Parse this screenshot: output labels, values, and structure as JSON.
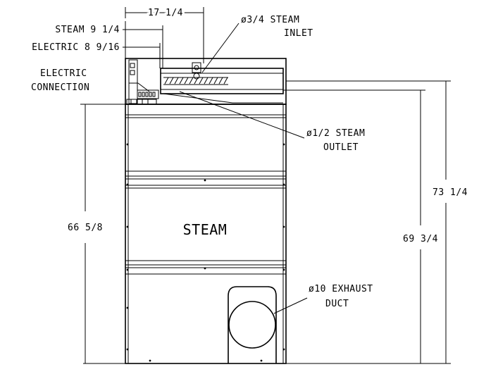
{
  "dimensions": {
    "top_offset": "17 1/4",
    "steam_offset": "STEAM 9 1/4",
    "electric_offset": "ELECTRIC 8 9/16",
    "height_to_cabinet": "66 5/8",
    "height_to_steam_outlet": "69 3/4",
    "overall_height": "73 1/4"
  },
  "callouts": {
    "steam_inlet_line1": "ø3/4 STEAM",
    "steam_inlet_line2": "INLET",
    "electric_line1": "ELECTRIC",
    "electric_line2": "CONNECTION",
    "steam_outlet_line1": "ø1/2 STEAM",
    "steam_outlet_line2": "OUTLET",
    "exhaust_line1": "ø10 EXHAUST",
    "exhaust_line2": "DUCT"
  },
  "panel_label": "STEAM"
}
